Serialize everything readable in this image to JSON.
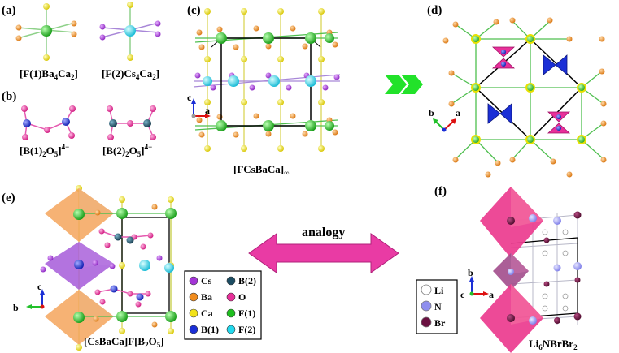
{
  "panels": {
    "a": {
      "label": "(a)",
      "f1": {
        "pre": "[F(1)Ba",
        "s1": "4",
        "mid": "Ca",
        "s2": "2",
        "post": "]"
      },
      "f2": {
        "pre": "[F(2)Cs",
        "s1": "4",
        "mid": "Ca",
        "s2": "2",
        "post": "]"
      }
    },
    "b": {
      "label": "(b)",
      "b1": {
        "pre": "[B(1)",
        "s1": "2",
        "mid": "O",
        "s2": "5",
        "post": "]",
        "sup": "4−"
      },
      "b2": {
        "pre": "[B(2)",
        "s1": "2",
        "mid": "O",
        "s2": "5",
        "post": "]",
        "sup": "4−"
      }
    },
    "c": {
      "label": "(c)",
      "caption": {
        "pre": "[FCsBaCa]",
        "sub": "∞"
      }
    },
    "d": {
      "label": "(d)"
    },
    "e": {
      "label": "(e)",
      "caption": {
        "pre": "[CsBaCa]F[B",
        "s1": "2",
        "mid": "O",
        "s2": "5",
        "post": "]"
      }
    },
    "f": {
      "label": "(f)",
      "caption": {
        "pre": "Li",
        "s1": "6",
        "mid": "NBrBr",
        "s2": "2"
      }
    }
  },
  "analogy_label": "analogy",
  "axes": {
    "c": "c",
    "a": "a",
    "b": "b"
  },
  "legend_e": [
    {
      "label": "Cs",
      "color": "#a335d6"
    },
    {
      "label": "B(2)",
      "color": "#1c4d63"
    },
    {
      "label": "Ba",
      "color": "#f08c1e"
    },
    {
      "label": "O",
      "color": "#e8309a"
    },
    {
      "label": "Ca",
      "color": "#f2e21a"
    },
    {
      "label": "F(1)",
      "color": "#1fbf1f"
    },
    {
      "label": "B(1)",
      "color": "#1b2fd6"
    },
    {
      "label": "F(2)",
      "color": "#22d9ee"
    }
  ],
  "legend_f": [
    {
      "label": "Li",
      "color": "#ffffff"
    },
    {
      "label": "N",
      "color": "#8f8fee"
    },
    {
      "label": "Br",
      "color": "#6a1040"
    }
  ]
}
